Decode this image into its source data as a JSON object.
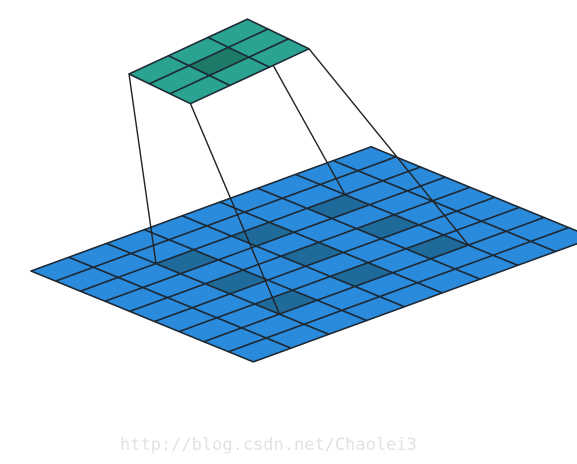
{
  "diagram": {
    "kind": "dilated-convolution",
    "input_grid": {
      "rows": 9,
      "cols": 9
    },
    "output_grid": {
      "rows": 3,
      "cols": 3
    },
    "kernel_size": 3,
    "dilation": 2,
    "highlighted_input_cells": [
      [
        2,
        2
      ],
      [
        2,
        4
      ],
      [
        2,
        6
      ],
      [
        4,
        2
      ],
      [
        4,
        4
      ],
      [
        4,
        6
      ],
      [
        6,
        2
      ],
      [
        6,
        4
      ],
      [
        6,
        6
      ]
    ],
    "highlighted_output_cell": [
      1,
      1
    ],
    "colors": {
      "input_fill": "#2a8bdd",
      "input_highlight": "#1e6a9a",
      "output_fill": "#2aa391",
      "output_highlight": "#1e7a68",
      "stroke": "#1d2a36",
      "projection_line": "#222222"
    }
  },
  "watermark": {
    "text": "http://blog.csdn.net/Chaolei3"
  }
}
